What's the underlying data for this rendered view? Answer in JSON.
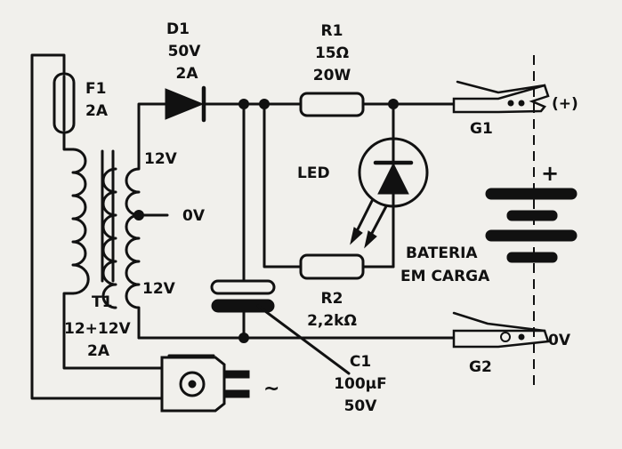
{
  "fuse": {
    "ref": "F1",
    "rating": "2A"
  },
  "diode": {
    "ref": "D1",
    "voltage": "50V",
    "current": "2A"
  },
  "resistor1": {
    "ref": "R1",
    "value": "15Ω",
    "power": "20W"
  },
  "resistor2": {
    "ref": "R2",
    "value": "2,2kΩ"
  },
  "led": {
    "label": "LED"
  },
  "transformer": {
    "ref": "T1",
    "rating": "12+12V",
    "current": "2A",
    "tap_top": "12V",
    "tap_center": "0V",
    "tap_bottom": "12V"
  },
  "capacitor": {
    "ref": "C1",
    "value": "100µF",
    "voltage": "50V"
  },
  "clip_positive": {
    "ref": "G1",
    "sign": "(+)"
  },
  "clip_negative": {
    "ref": "G2",
    "label": "0V"
  },
  "battery": {
    "label_line1": "BATERIA",
    "label_line2": "EM CARGA",
    "plus_sign": "+"
  },
  "ac_plug": {
    "symbol": "~"
  }
}
